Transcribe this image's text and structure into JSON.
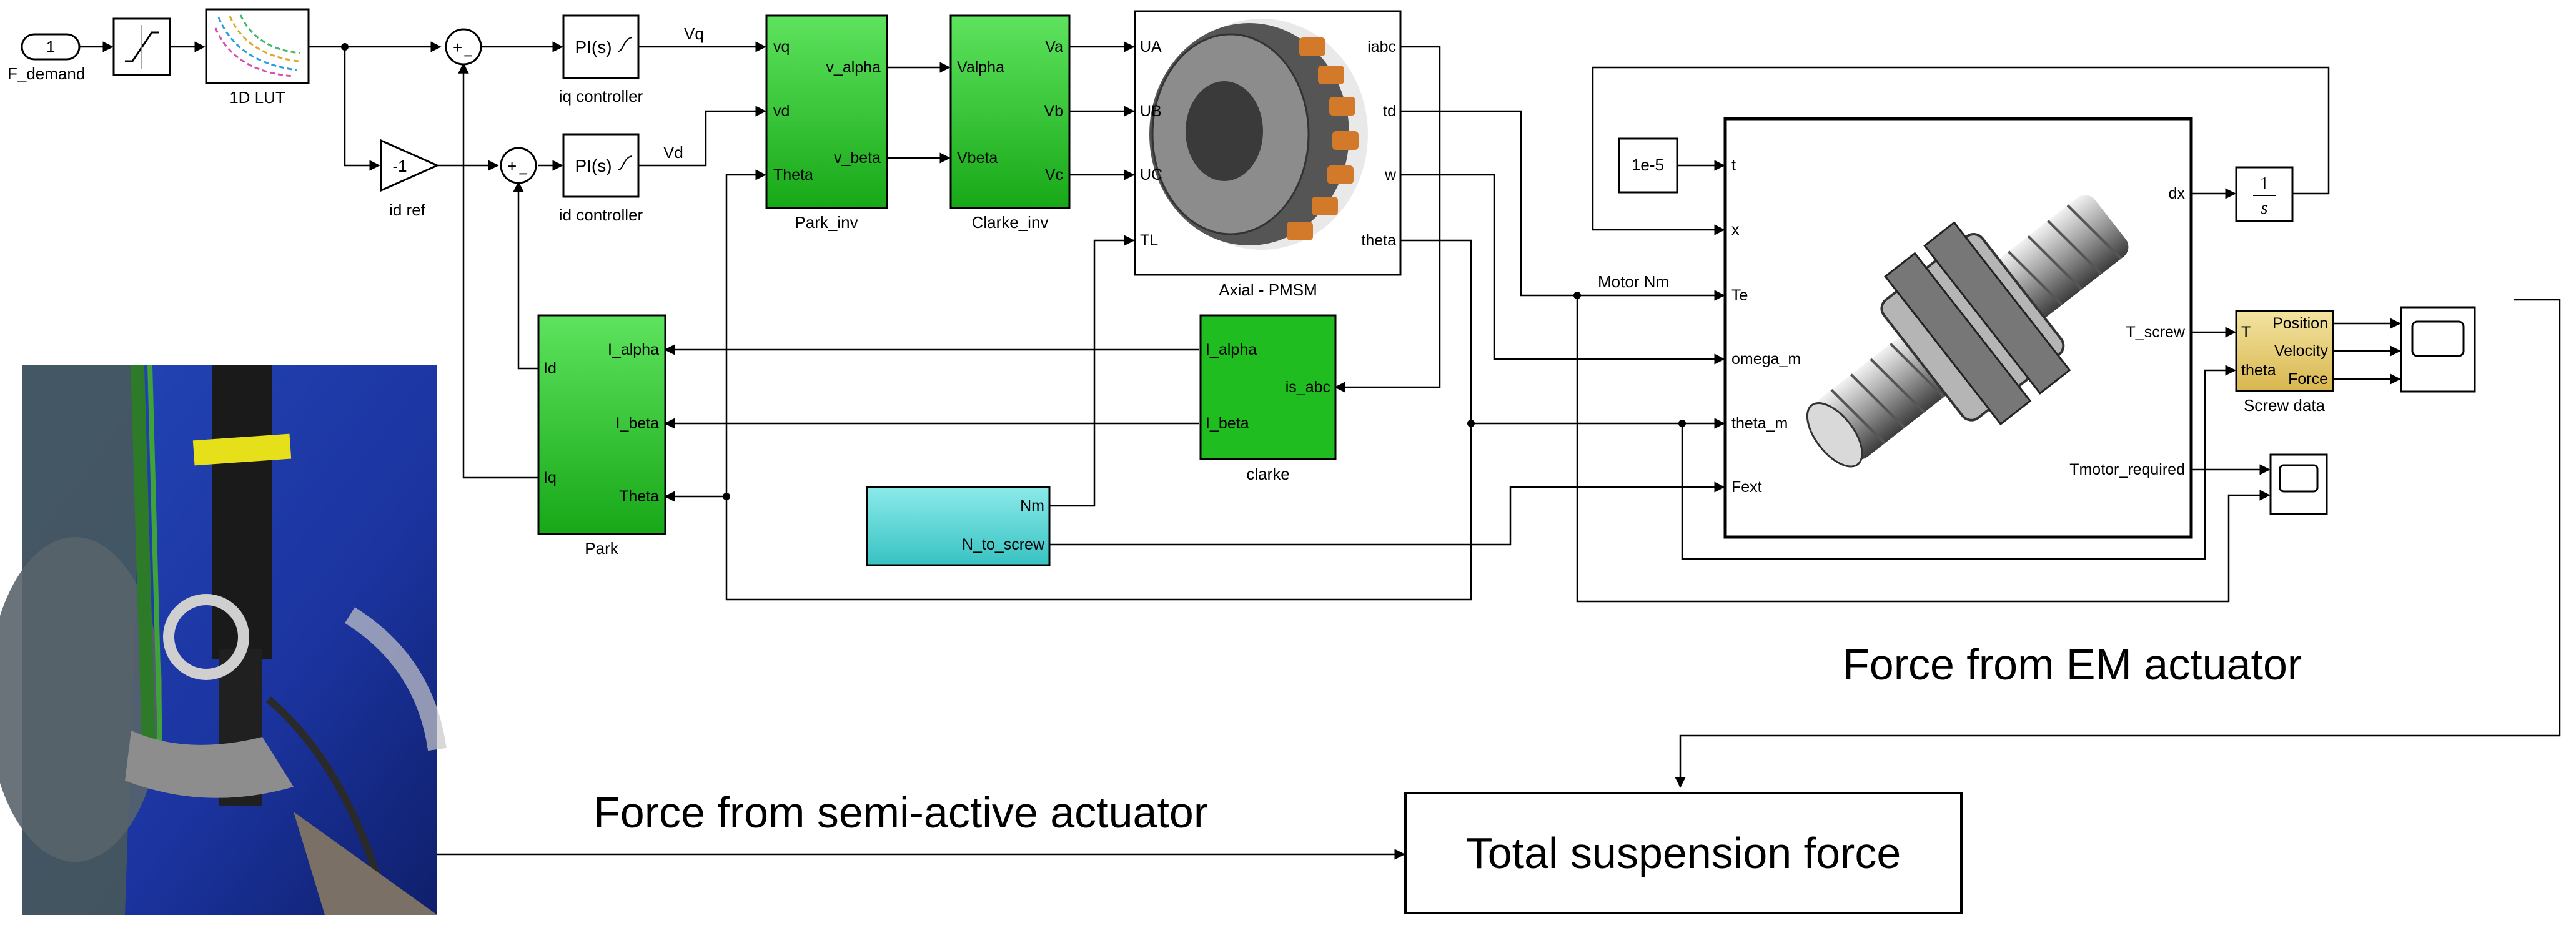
{
  "inport": {
    "number": "1",
    "label": "F_demand"
  },
  "lut": {
    "label": "1D LUT"
  },
  "iq_pi": {
    "text": "PI(s)",
    "label": "iq controller"
  },
  "id_pi": {
    "text": "PI(s)",
    "label": "id controller"
  },
  "id_ref": {
    "value": "-1",
    "label": "id ref"
  },
  "sum_signs": {
    "plus": "+",
    "minus": "−"
  },
  "signals": {
    "vq": "Vq",
    "vd": "Vd",
    "motor_nm": "Motor Nm"
  },
  "park_inv": {
    "label": "Park_inv",
    "in_ports": [
      "vq",
      "vd",
      "Theta"
    ],
    "out_ports": [
      "v_alpha",
      "v_beta"
    ]
  },
  "clarke_inv": {
    "label": "Clarke_inv",
    "in_ports": [
      "Valpha",
      "Vbeta"
    ],
    "out_ports": [
      "Va",
      "Vb",
      "Vc"
    ]
  },
  "pmsm": {
    "label": "Axial - PMSM",
    "in_ports": [
      "UA",
      "UB",
      "UC",
      "TL"
    ],
    "out_ports": [
      "iabc",
      "td",
      "w",
      "theta"
    ]
  },
  "clarke": {
    "label": "clarke",
    "ports": [
      "I_alpha",
      "I_beta",
      "is_abc"
    ]
  },
  "park": {
    "label": "Park",
    "in_ports": [
      "Id",
      "Iq"
    ],
    "out_ports": [
      "I_alpha",
      "I_beta",
      "Theta"
    ]
  },
  "nm_block": {
    "ports": [
      "Nm",
      "N_to_screw"
    ]
  },
  "const": {
    "value": "1e-5"
  },
  "screw": {
    "in_ports": [
      "t",
      "x",
      "Te",
      "omega_m",
      "theta_m",
      "Fext"
    ],
    "out_ports": [
      "dx",
      "T_screw",
      "Tmotor_required"
    ]
  },
  "integrator": {
    "num": "1",
    "den": "s"
  },
  "screw_data": {
    "label": "Screw data",
    "in_ports": [
      "T",
      "theta"
    ],
    "out_ports": [
      "Position",
      "Velocity",
      "Force"
    ]
  },
  "annotations": {
    "em": "Force from EM actuator",
    "semi": "Force from semi-active actuator",
    "total": "Total suspension force"
  },
  "colors": {
    "green": "#22c422",
    "cyan": "#5cd6d6",
    "tan": "#e9d27a",
    "line": "#000000"
  }
}
